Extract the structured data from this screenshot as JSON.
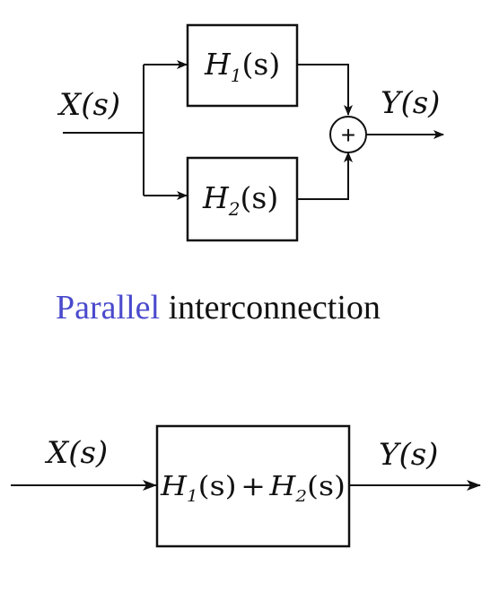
{
  "top_diagram": {
    "input_label": "X(s)",
    "output_label": "Y(s)",
    "block_1": {
      "symbol": "H",
      "subscript": "1",
      "arg": "(s)"
    },
    "block_2": {
      "symbol": "H",
      "subscript": "2",
      "arg": "(s)"
    },
    "summing_junction": {
      "sign": "+"
    }
  },
  "caption": {
    "highlight": "Parallel",
    "rest": " interconnection",
    "highlight_color": "#4a4acd"
  },
  "bottom_diagram": {
    "input_label": "X(s)",
    "output_label": "Y(s)",
    "block": {
      "term_1": {
        "symbol": "H",
        "subscript": "1",
        "arg": "(s)"
      },
      "operator": "+",
      "term_2": {
        "symbol": "H",
        "subscript": "2",
        "arg": "(s)"
      }
    }
  }
}
